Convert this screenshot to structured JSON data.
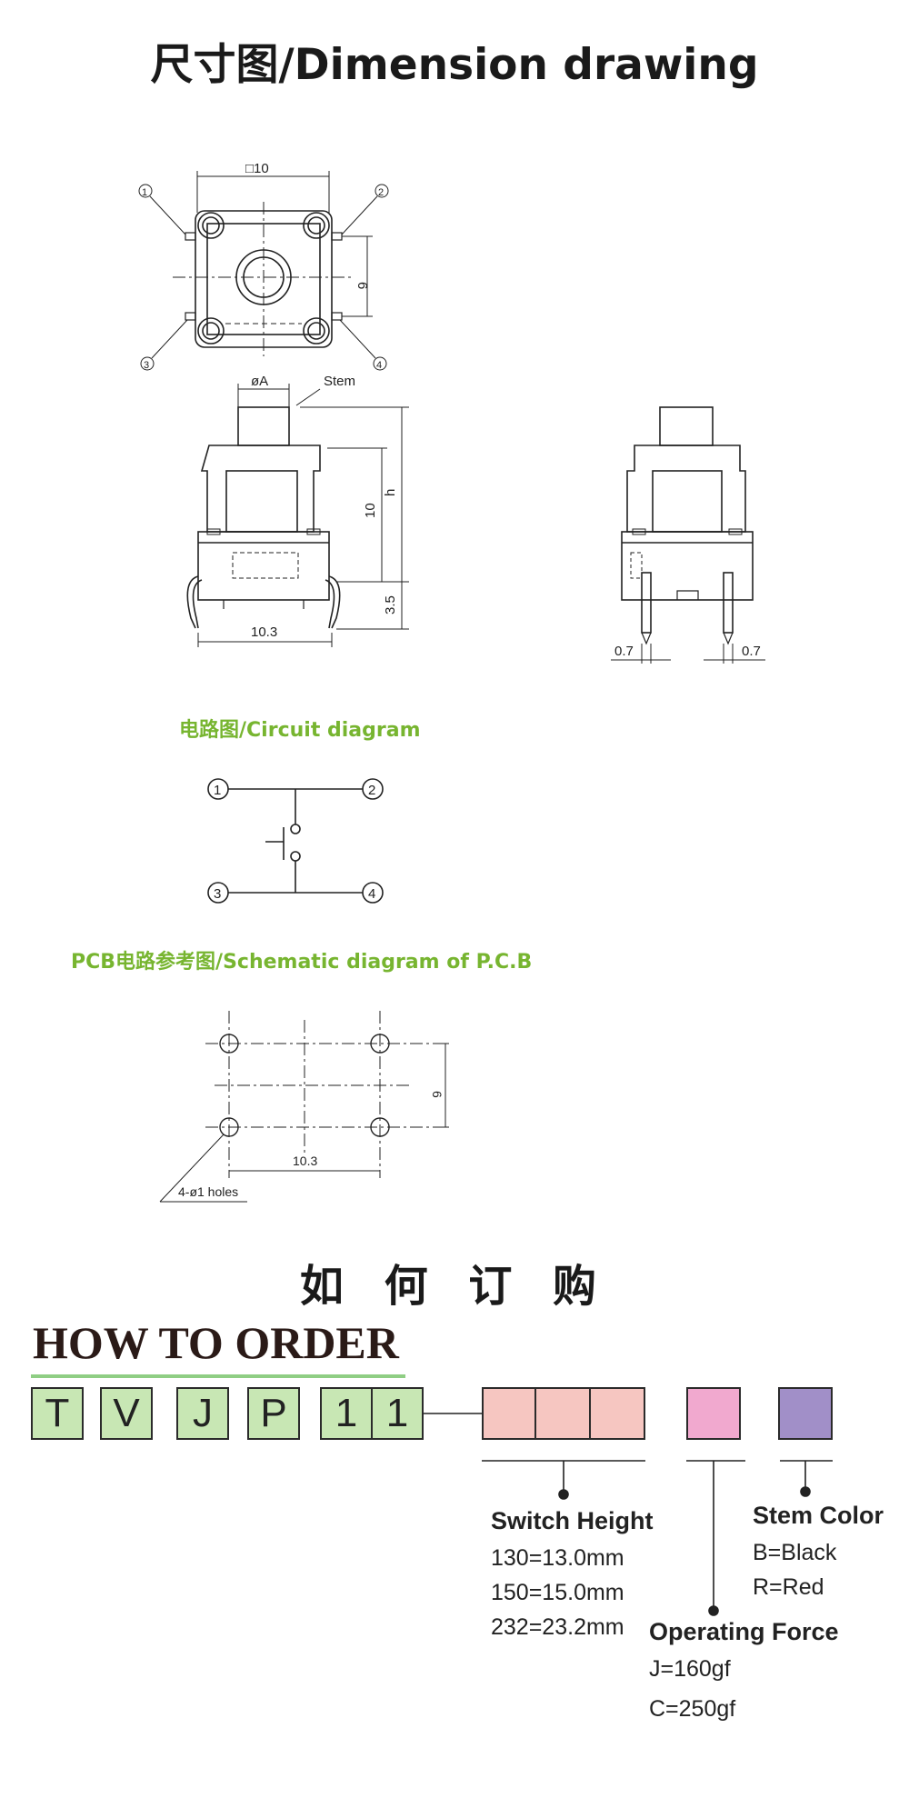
{
  "title": "尺寸图/Dimension drawing",
  "dimension_drawing": {
    "labels": {
      "square": "□10",
      "six": "6",
      "phi_a": "øA",
      "stem": "Stem",
      "ten": "10",
      "h": "h",
      "three_five": "3.5",
      "ten_three": "10.3",
      "zero_seven_left": "0.7",
      "zero_seven_right": "0.7"
    },
    "pins": [
      "1",
      "2",
      "3",
      "4"
    ]
  },
  "circuit": {
    "title": "电路图/Circuit diagram",
    "pins": [
      "1",
      "2",
      "3",
      "4"
    ]
  },
  "pcb": {
    "title": "PCB电路参考图/Schematic diagram of P.C.B",
    "dim_six": "6",
    "dim_ten_three": "10.3",
    "holes_label": "4-ø1 holes"
  },
  "order": {
    "title_cn": "如 何 订 购",
    "title_en": "HOW TO ORDER",
    "code_letters": [
      "T",
      "V",
      "J",
      "P",
      "1",
      "1"
    ],
    "colors": {
      "code_fill": "#c8e7b4",
      "height_fill": "#f6c6c1",
      "force_fill": "#f1a9cf",
      "stem_fill": "#a18fc8",
      "underline": "#8fce84",
      "green_title": "#77b530"
    },
    "switch_height": {
      "title": "Switch Height",
      "lines": [
        "130=13.0mm",
        "150=15.0mm",
        "232=23.2mm"
      ]
    },
    "stem_color": {
      "title": "Stem Color",
      "lines": [
        "B=Black",
        "R=Red"
      ]
    },
    "operating_force": {
      "title": "Operating Force",
      "lines": [
        "J=160gf",
        "C=250gf"
      ]
    }
  }
}
